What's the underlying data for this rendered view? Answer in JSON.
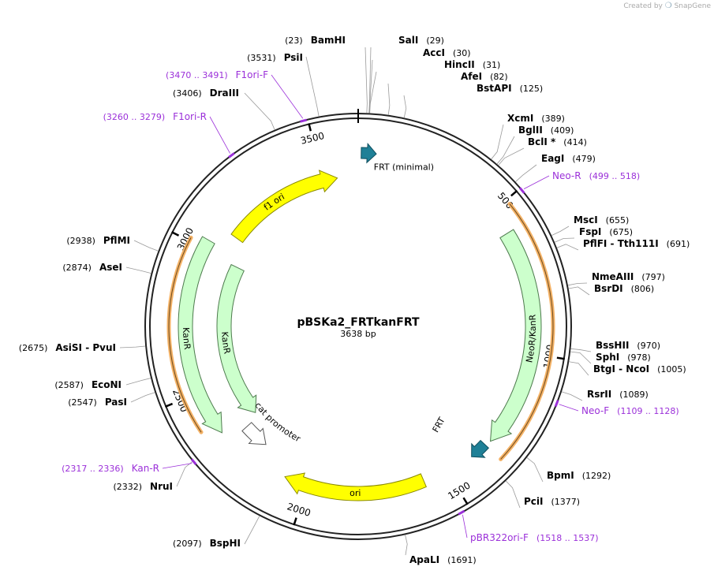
{
  "credit": {
    "prefix": "Created by",
    "brand": "SnapGene"
  },
  "plasmid": {
    "name": "pBSKa2_FRTkanFRT",
    "size_label": "3638 bp",
    "length": 3638
  },
  "ticks": [
    "500",
    "1000",
    "1500",
    "2000",
    "2500",
    "3000",
    "3500"
  ],
  "sites": [
    {
      "name": "BamHI",
      "pos": "(23)"
    },
    {
      "name": "SalI",
      "pos": "(29)"
    },
    {
      "name": "AccI",
      "pos": "(30)"
    },
    {
      "name": "HincII",
      "pos": "(31)"
    },
    {
      "name": "AfeI",
      "pos": "(82)"
    },
    {
      "name": "BstAPI",
      "pos": "(125)"
    },
    {
      "name": "XcmI",
      "pos": "(389)"
    },
    {
      "name": "BglII",
      "pos": "(409)"
    },
    {
      "name": "BclI *",
      "pos": "(414)"
    },
    {
      "name": "EagI",
      "pos": "(479)"
    },
    {
      "name": "MscI",
      "pos": "(655)"
    },
    {
      "name": "FspI",
      "pos": "(675)"
    },
    {
      "name": "PflFI  -  Tth111I",
      "pos": "(691)"
    },
    {
      "name": "NmeAIII",
      "pos": "(797)"
    },
    {
      "name": "BsrDI",
      "pos": "(806)"
    },
    {
      "name": "BssHII",
      "pos": "(970)"
    },
    {
      "name": "SphI",
      "pos": "(978)"
    },
    {
      "name": "BtgI  -  NcoI",
      "pos": "(1005)"
    },
    {
      "name": "RsrII",
      "pos": "(1089)"
    },
    {
      "name": "BpmI",
      "pos": "(1292)"
    },
    {
      "name": "PciI",
      "pos": "(1377)"
    },
    {
      "name": "ApaLI",
      "pos": "(1691)"
    },
    {
      "name": "BspHI",
      "pos": "(2097)"
    },
    {
      "name": "NruI",
      "pos": "(2332)"
    },
    {
      "name": "PasI",
      "pos": "(2547)"
    },
    {
      "name": "EcoNI",
      "pos": "(2587)"
    },
    {
      "name": "AsiSI  -  PvuI",
      "pos": "(2675)"
    },
    {
      "name": "AseI",
      "pos": "(2874)"
    },
    {
      "name": "PflMI",
      "pos": "(2938)"
    },
    {
      "name": "DraIII",
      "pos": "(3406)"
    },
    {
      "name": "PsiI",
      "pos": "(3531)"
    }
  ],
  "primers": [
    {
      "name": "Neo-R",
      "range": "(499 .. 518)"
    },
    {
      "name": "Neo-F",
      "range": "(1109 .. 1128)"
    },
    {
      "name": "pBR322ori-F",
      "range": "(1518 .. 1537)"
    },
    {
      "name": "Kan-R",
      "range": "(2317 .. 2336)"
    },
    {
      "name": "F1ori-R",
      "range": "(3260 .. 3279)"
    },
    {
      "name": "F1ori-F",
      "range": "(3470 .. 3491)"
    }
  ],
  "features": [
    {
      "label": "f1 ori",
      "color": "#ffff00"
    },
    {
      "label": "FRT (minimal)",
      "color": "#1f8097"
    },
    {
      "label": "NeoR/KanR",
      "color": "#ccffcc"
    },
    {
      "label": "FRT",
      "color": "#1f8097"
    },
    {
      "label": "ori",
      "color": "#ffff00"
    },
    {
      "label": "cat promoter",
      "color": "#ffffff"
    },
    {
      "label": "KanR",
      "color": "#ccffcc"
    },
    {
      "label": "KanR",
      "color": "#ccffcc"
    }
  ],
  "colors": {
    "backbone": "#222222",
    "primer": "#9b30d9",
    "orf_highlight": "#f4b266"
  }
}
